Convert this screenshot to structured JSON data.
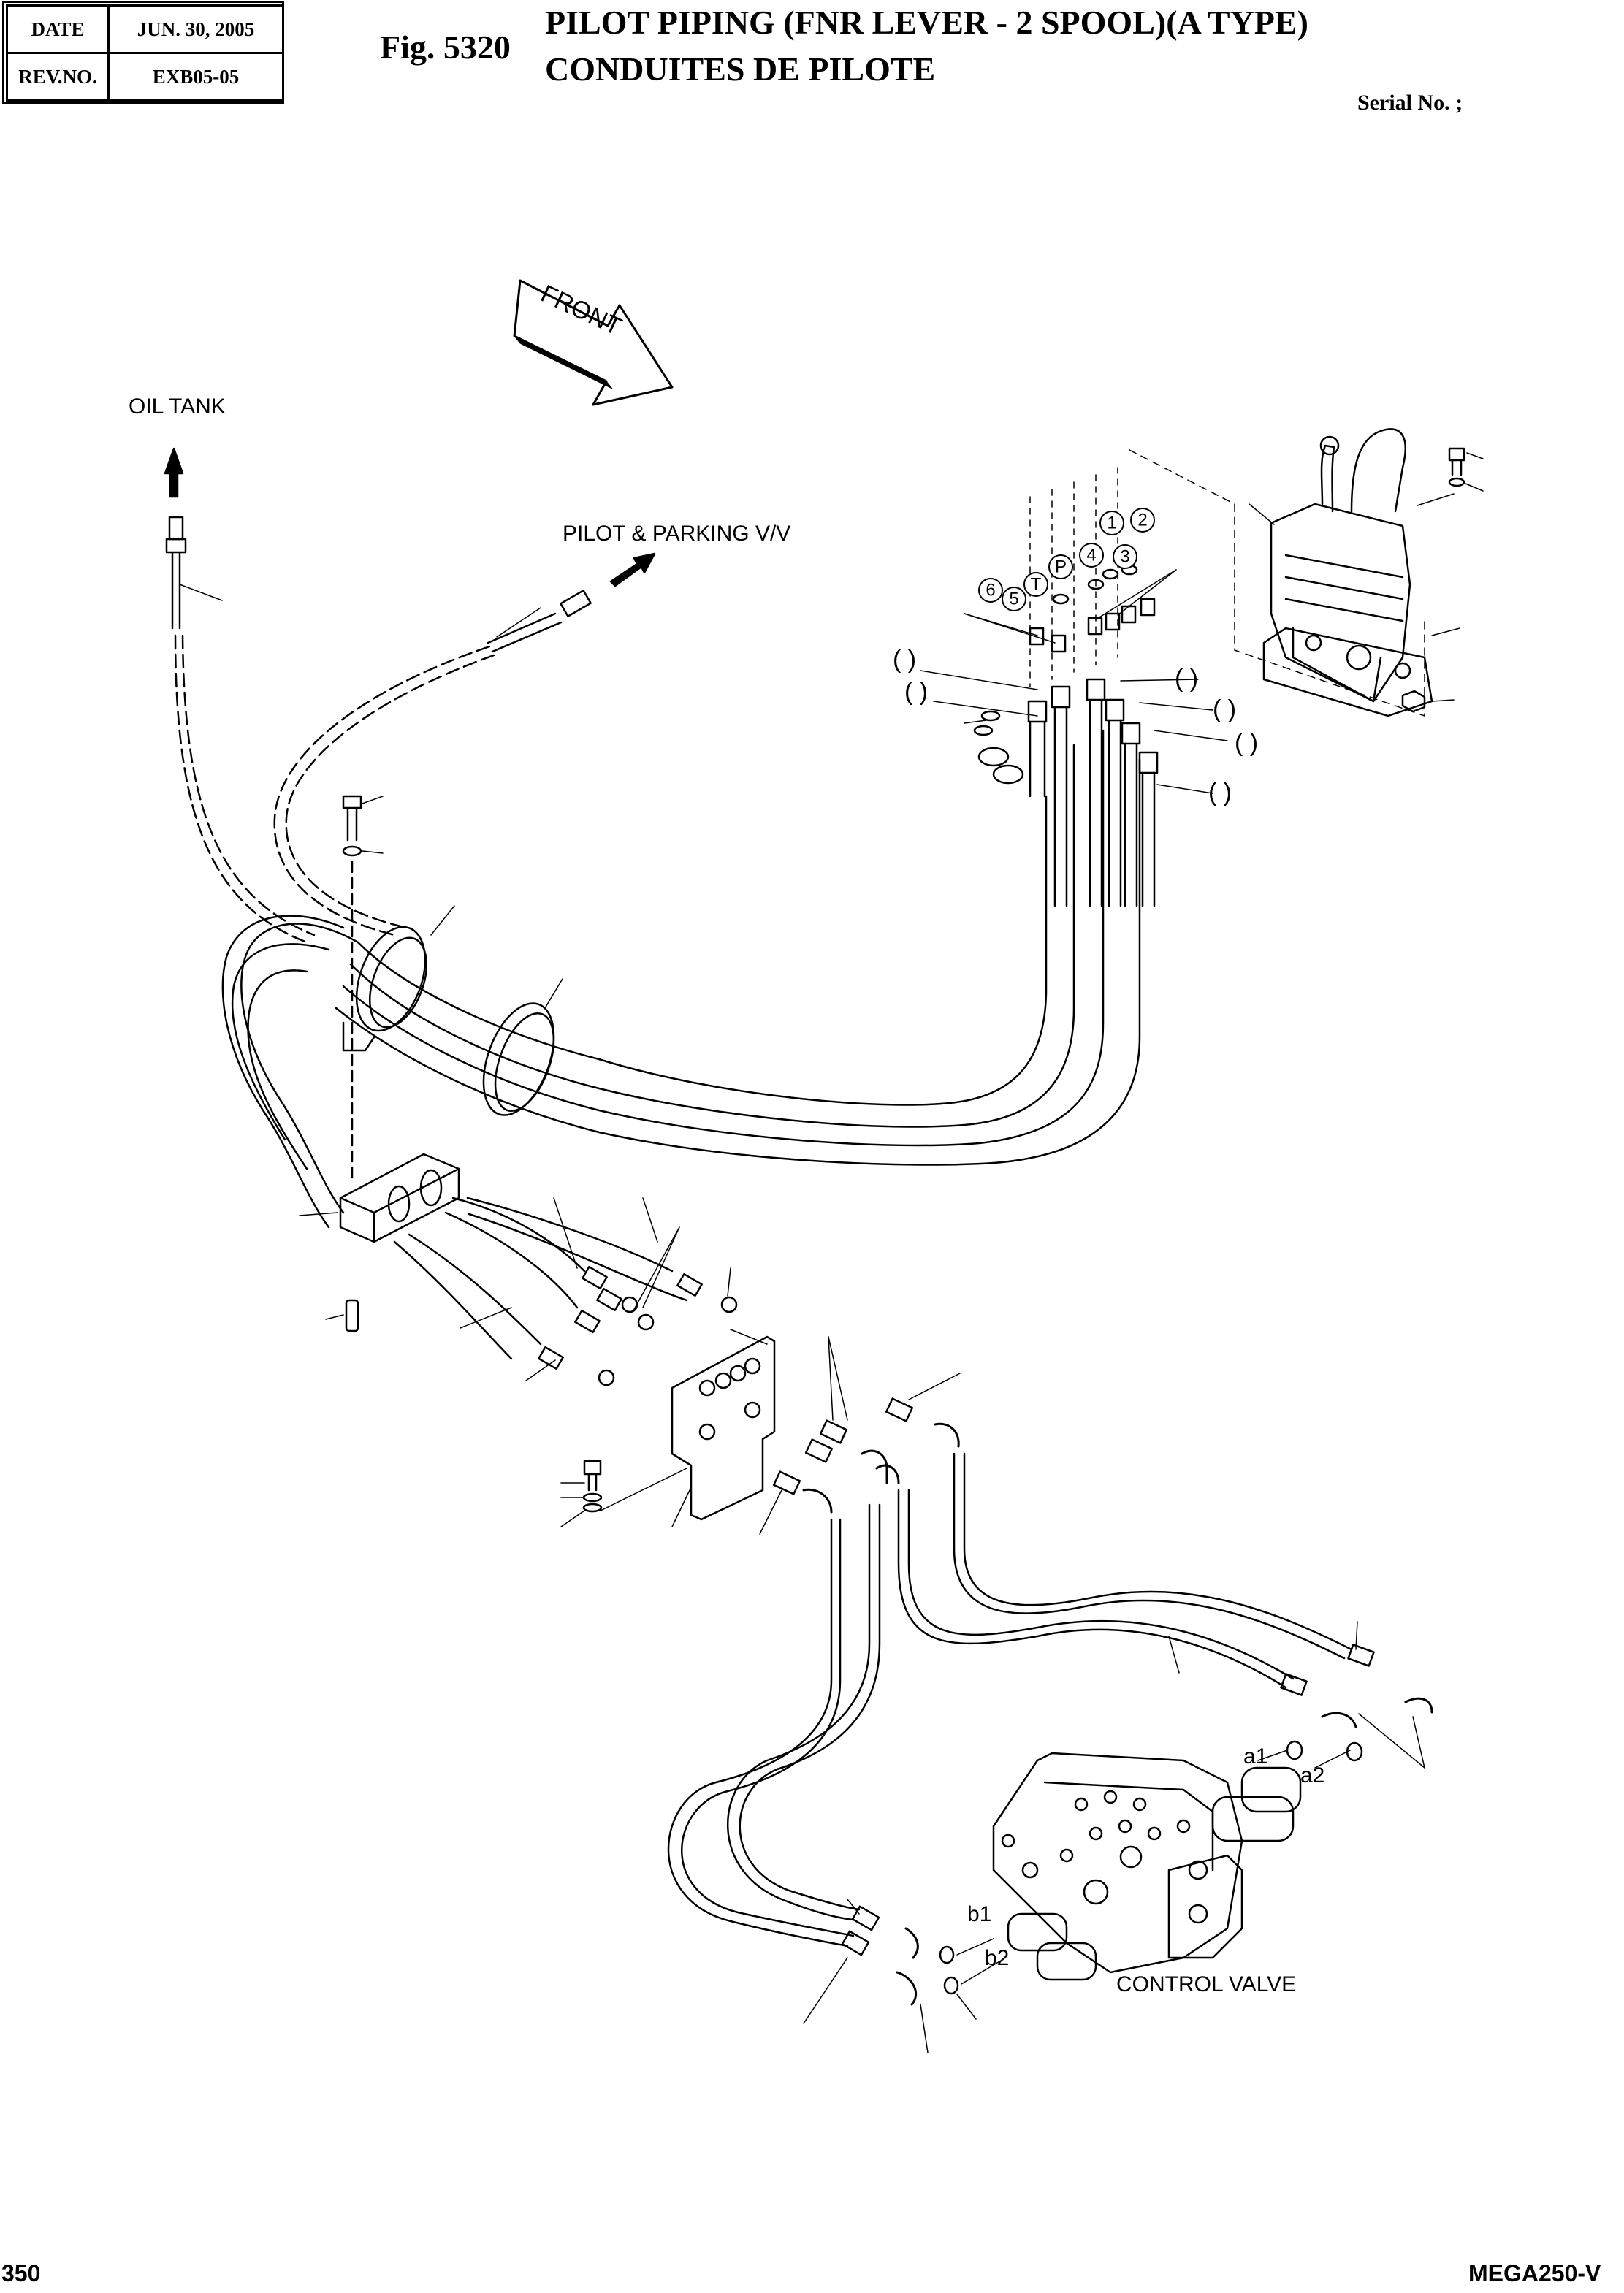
{
  "header": {
    "date_label": "DATE",
    "date_value": "JUN. 30, 2005",
    "rev_label": "REV.NO.",
    "rev_value": "EXB05-05"
  },
  "figure": {
    "number": "Fig. 5320",
    "title_en": "PILOT PIPING (FNR LEVER - 2 SPOOL)(A TYPE)",
    "title_fr": "CONDUITES DE PILOTE",
    "serial": "Serial No. ;"
  },
  "labels": {
    "front": "FRONT",
    "oil_tank": "OIL TANK",
    "pilot_parking": "PILOT & PARKING V/V",
    "control_valve": "CONTROL VALVE",
    "port_a1": "a1",
    "port_a2": "a2",
    "port_b1": "b1",
    "port_b2": "b2"
  },
  "port_markers": [
    "1",
    "2",
    "3",
    "4",
    "P",
    "T",
    "5",
    "6"
  ],
  "empty_refs": [
    "(   )",
    "(   )",
    "(   )",
    "(   )",
    "(   )",
    "(   )"
  ],
  "footer": {
    "page": "350",
    "model": "MEGA250-V"
  }
}
